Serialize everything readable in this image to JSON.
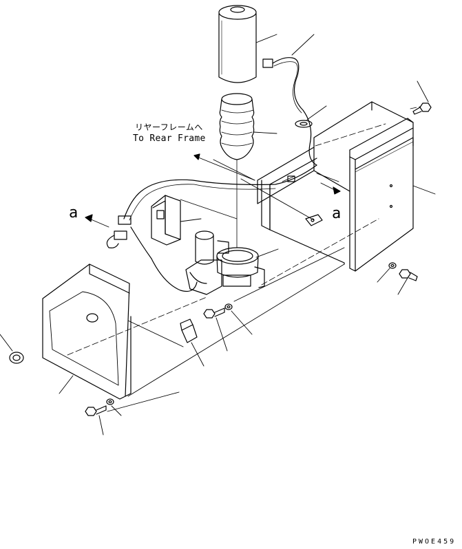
{
  "callout": {
    "jp": "リヤーフレームへ",
    "en": "To Rear Frame"
  },
  "view_marks": [
    "a",
    "a"
  ],
  "drawing_code": "PWOE459",
  "parts": [
    "filter-element",
    "wire-harness",
    "connector",
    "grommet",
    "filter-bellows",
    "filter-base",
    "solenoid-valve",
    "relay-bracket",
    "mounting-case",
    "cover-plate",
    "clip",
    "bolt",
    "washer",
    "cable-grommet"
  ]
}
